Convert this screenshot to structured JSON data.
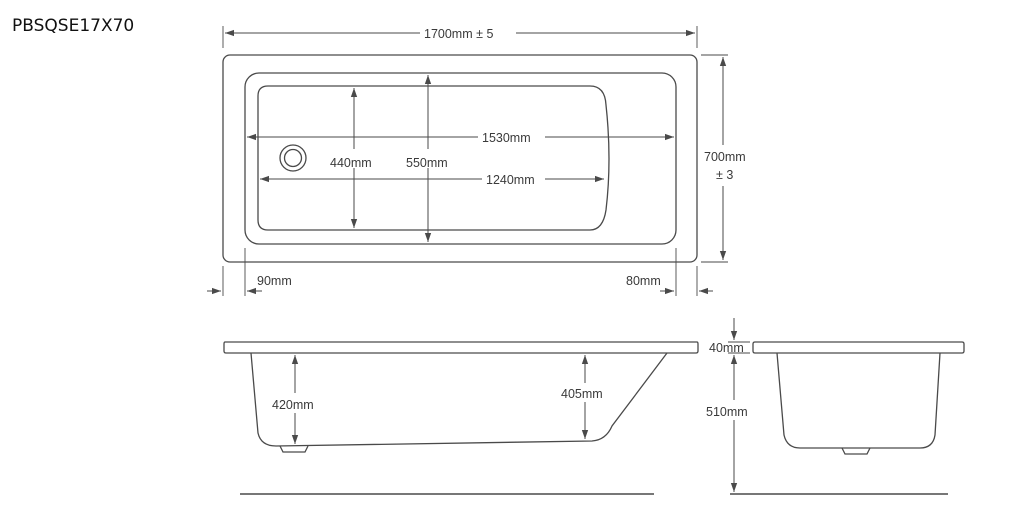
{
  "model_code": "PBSQSE17X70",
  "plan": {
    "overall_length": "1700mm ± 5",
    "overall_width_value": "700mm",
    "overall_width_tolerance": "± 3",
    "inner_length_top": "1530mm",
    "inner_length_bottom": "1240mm",
    "inner_width_floor": "440mm",
    "inner_width_top": "550mm",
    "rim_left": "90mm",
    "rim_right": "80mm"
  },
  "side_elevation": {
    "depth_left": "420mm",
    "depth_right": "405mm"
  },
  "end_elevation": {
    "rim_thickness": "40mm",
    "height": "510mm"
  },
  "colors": {
    "line": "#4a4a4a",
    "text": "#3a3a3a",
    "background": "#ffffff"
  }
}
